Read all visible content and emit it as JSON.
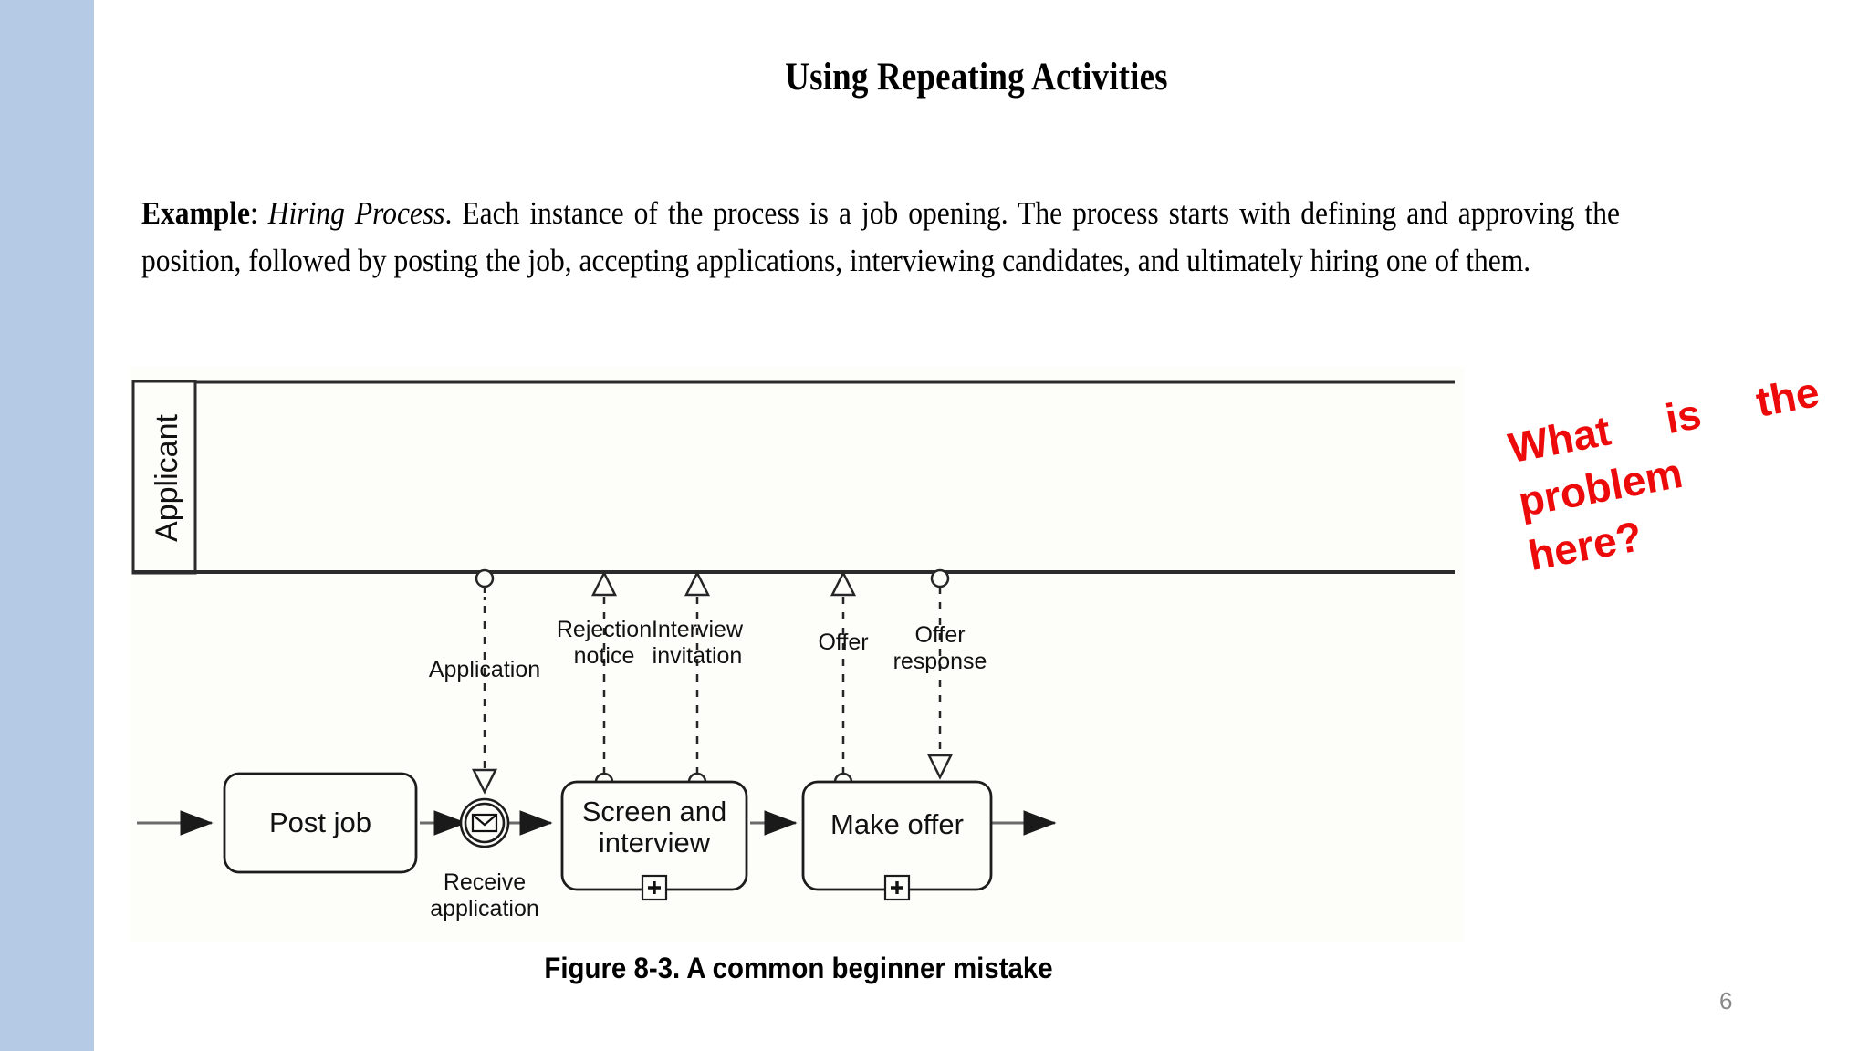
{
  "slide": {
    "title": "Using Repeating Activities",
    "page_number": "6",
    "accent_bar_color": "#b4cae5",
    "annotation_color": "#ec0a0a"
  },
  "body": {
    "lead_bold": "Example",
    "lead_sep": ": ",
    "lead_italic": "Hiring Process",
    "rest": ". Each instance of the process is a job opening. The process starts with defining and approving the position, followed by posting the job, accepting applications, interviewing candidates, and ultimately hiring one of them."
  },
  "annotation": {
    "line1": "What is the",
    "line2": "problem",
    "line3": "here?"
  },
  "figure": {
    "caption": "Figure 8-3. A common beginner mistake",
    "pool_label": "Applicant",
    "tasks": [
      {
        "id": "post-job",
        "label": "Post job",
        "marker": ""
      },
      {
        "id": "screen",
        "label_line1": "Screen and",
        "label_line2": "interview",
        "marker": "+"
      },
      {
        "id": "make-offer",
        "label": "Make offer",
        "marker": "+"
      }
    ],
    "event": {
      "id": "receive-application",
      "label_line1": "Receive",
      "label_line2": "application",
      "type": "intermediate-message-catch"
    },
    "message_flows": [
      {
        "id": "application",
        "label_line1": "Application",
        "label_line2": "",
        "pool_end": "circle",
        "task_end": "arrow"
      },
      {
        "id": "rejection-notice",
        "label_line1": "Rejection",
        "label_line2": "notice",
        "pool_end": "arrow",
        "task_end": "circle"
      },
      {
        "id": "interview-invitation",
        "label_line1": "Interview",
        "label_line2": "invitation",
        "pool_end": "arrow",
        "task_end": "circle"
      },
      {
        "id": "offer",
        "label_line1": "Offer",
        "label_line2": "",
        "pool_end": "arrow",
        "task_end": "circle"
      },
      {
        "id": "offer-response",
        "label_line1": "Offer",
        "label_line2": "response",
        "pool_end": "circle",
        "task_end": "arrow"
      }
    ]
  }
}
